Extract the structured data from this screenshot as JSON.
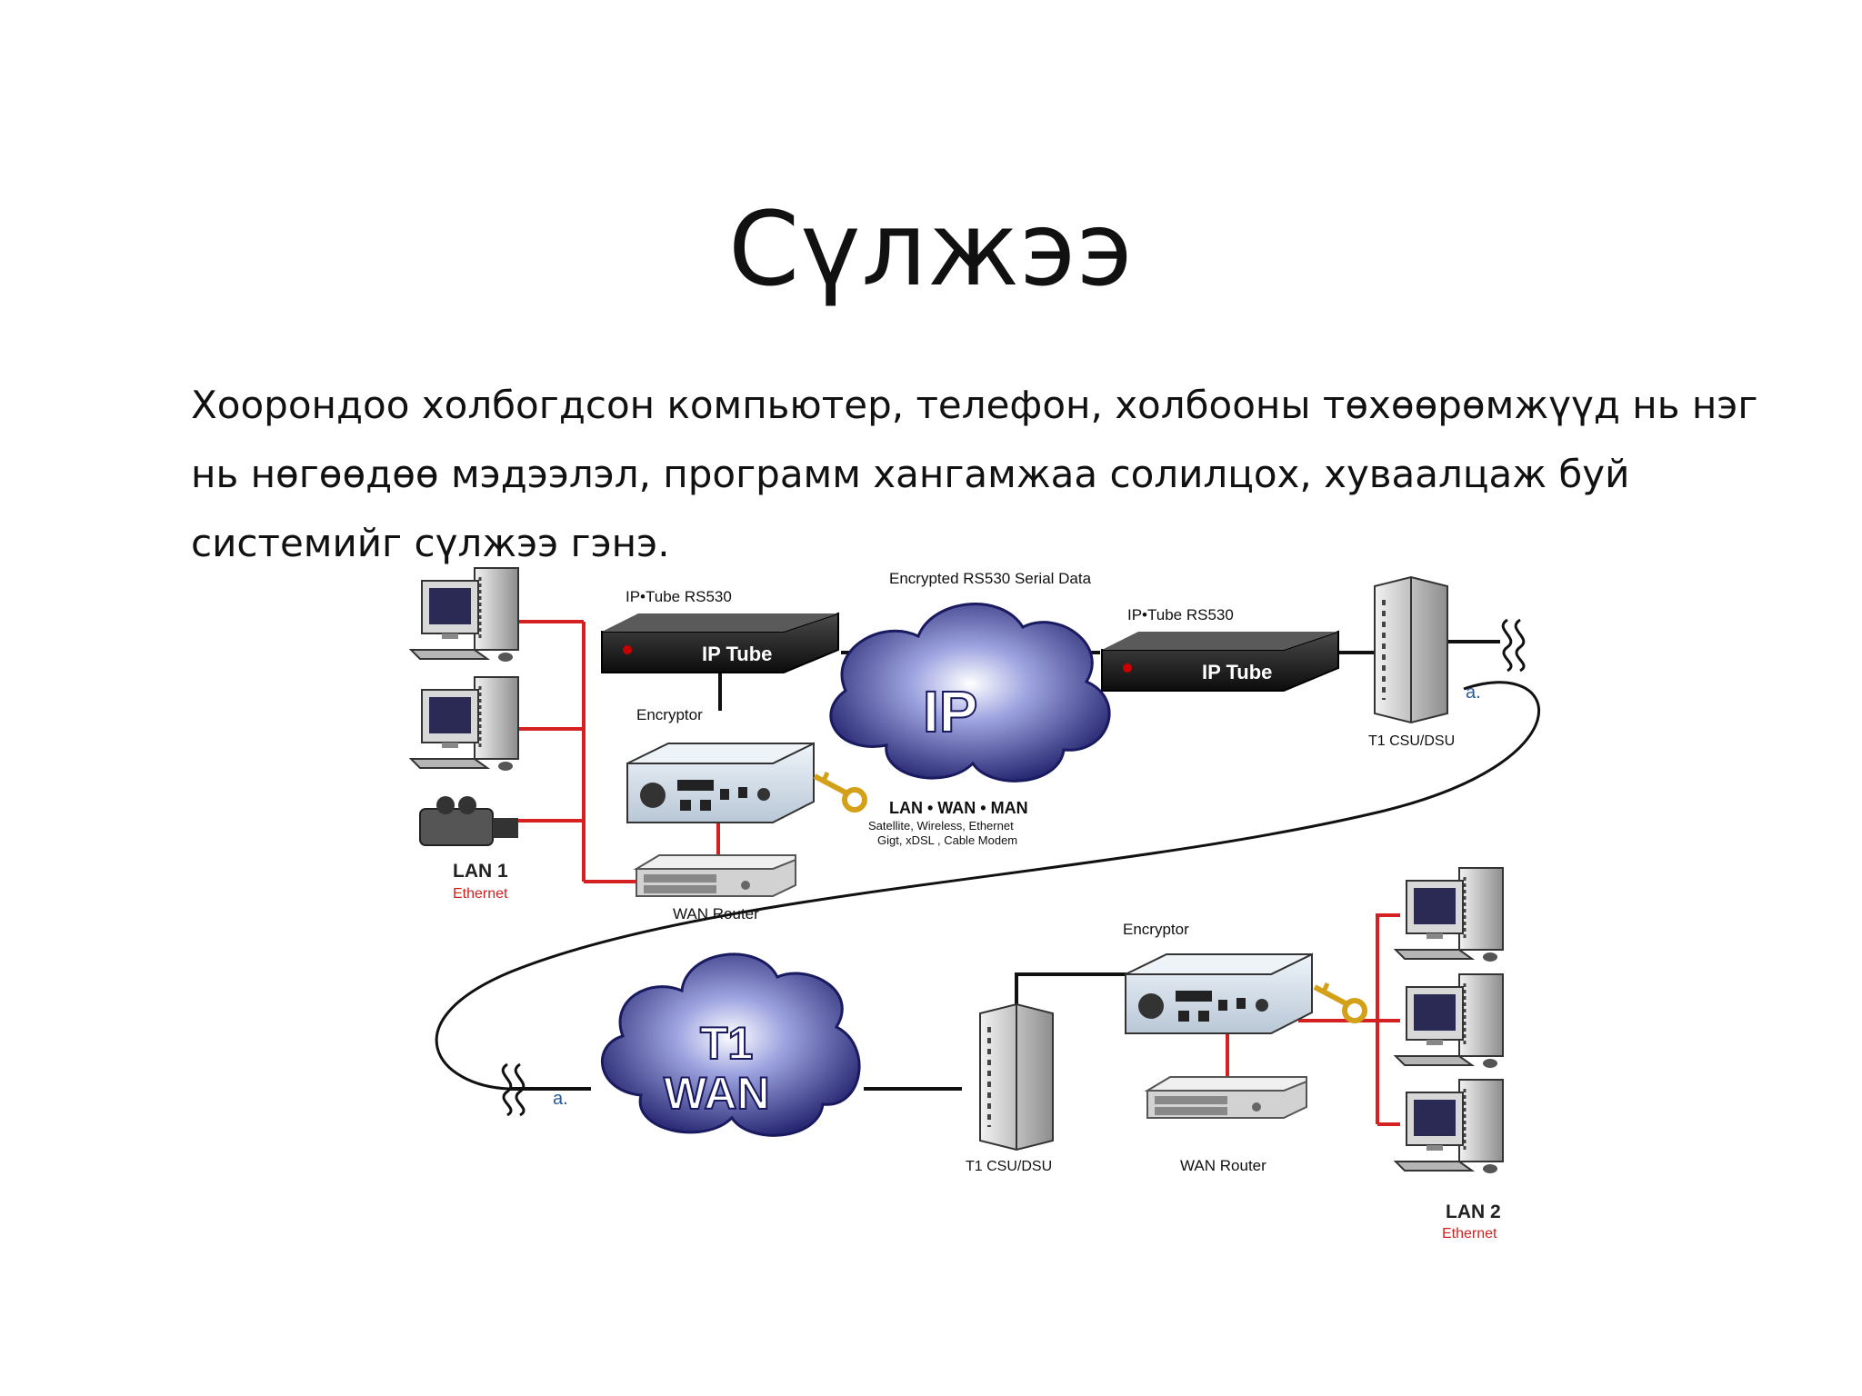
{
  "slide": {
    "title": "Сүлжээ",
    "body_lines": [
      "Хоорондоо холбогдсон компьютер, телефон, холбооны төхөөрөмжүүд нь нэг",
      "нь нөгөөдөө мэдээлэл, программ хангамжаа солилцох, хуваалцаж буй",
      "системийг сүлжээ гэнэ."
    ]
  },
  "diagram": {
    "encrypted_label": "Encrypted RS530 Serial Data",
    "iptube_left_label": "IP•Tube RS530",
    "iptube_right_label": "IP•Tube RS530",
    "iptube_device_text": "IP Tube",
    "encryptor_top_label": "Encryptor",
    "encryptor_bottom_label": "Encryptor",
    "ip_cloud_text": "IP",
    "network_types": "LAN • WAN • MAN",
    "network_media_1": "Satellite, Wireless, Ethernet",
    "network_media_2": "Gigt, xDSL , Cable Modem",
    "csu_top_label": "T1 CSU/DSU",
    "csu_bottom_label": "T1 CSU/DSU",
    "wan_router_top_label": "WAN Router",
    "wan_router_bottom_label": "WAN Router",
    "lan1_label": "LAN 1",
    "lan1_sub": "Ethernet",
    "lan2_label": "LAN 2",
    "lan2_sub": "Ethernet",
    "t1_cloud_line1": "T1",
    "t1_cloud_line2": "WAN",
    "link_marker_top": "a.",
    "link_marker_bottom": "a.",
    "colors": {
      "cable_red": "#d42020",
      "cable_black": "#111111",
      "cloud_blue": "#22226e",
      "label_red": "#cc2222"
    }
  }
}
